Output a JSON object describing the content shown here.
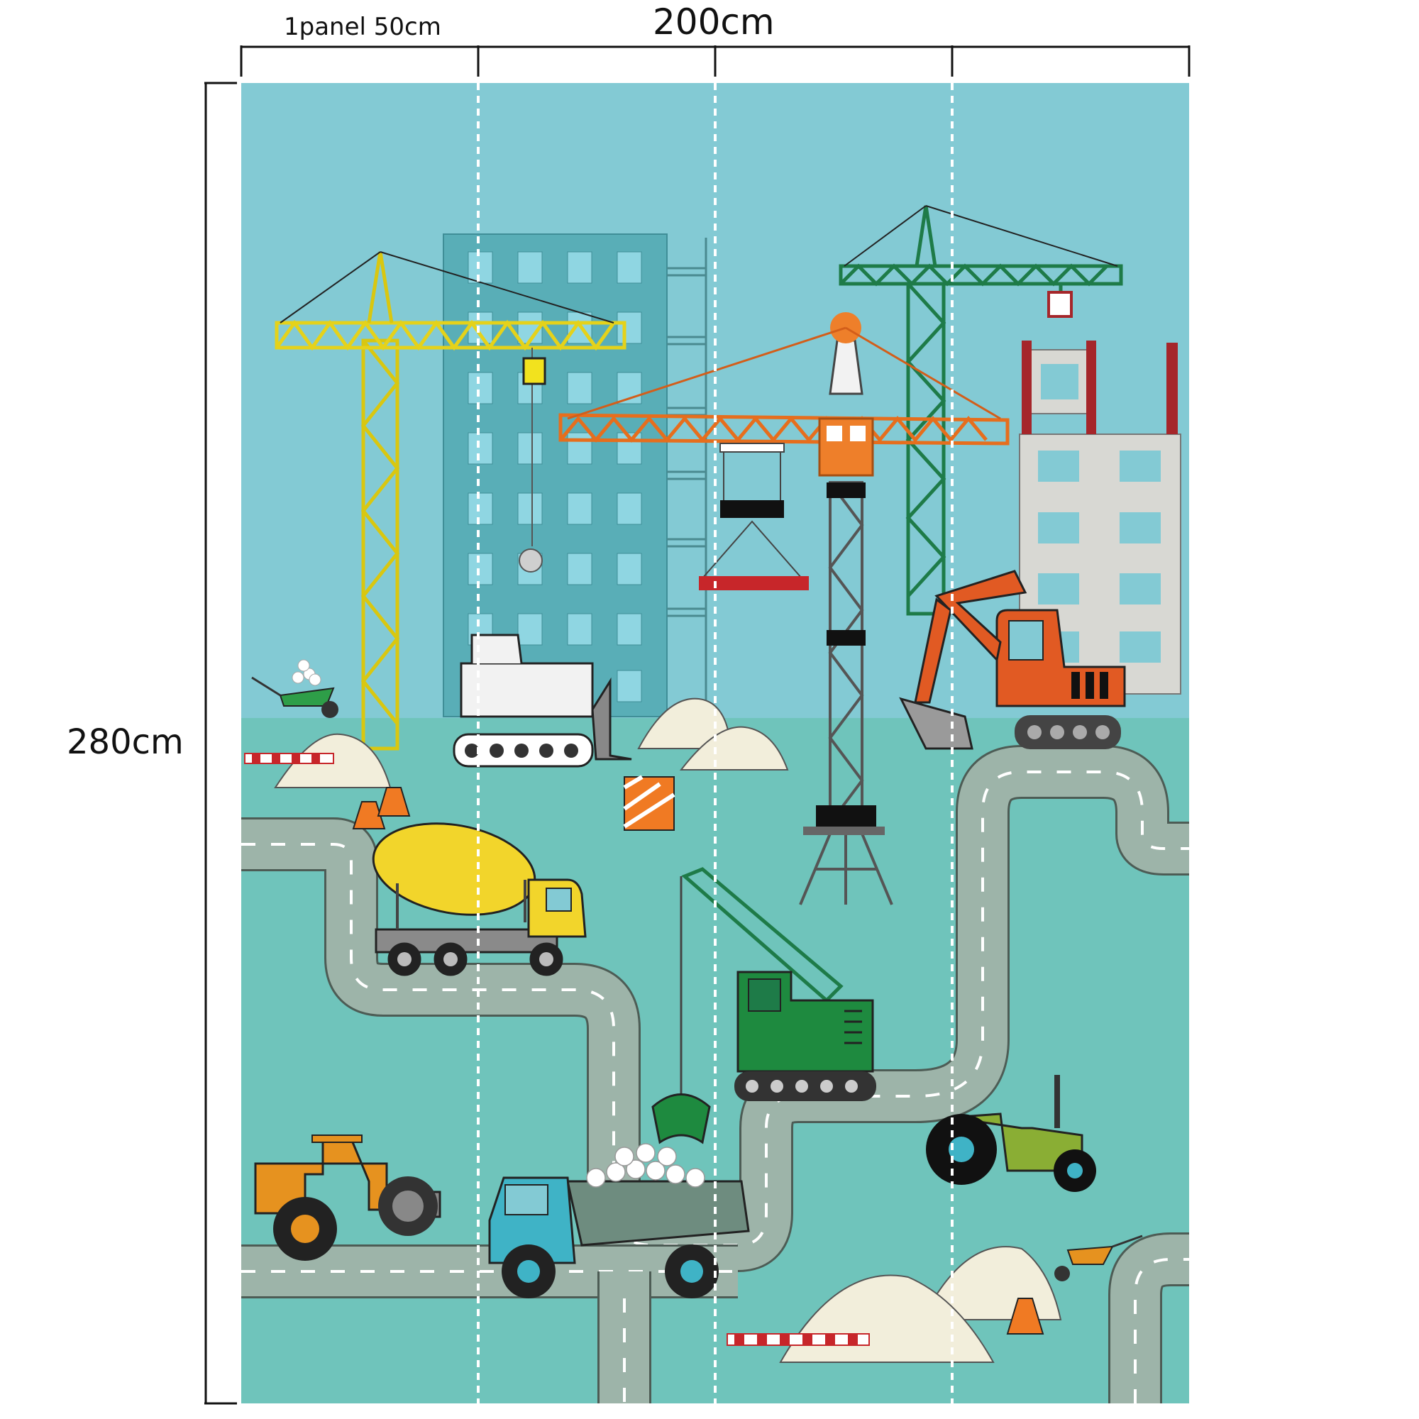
{
  "dimensions": {
    "panel_label": "1panel 50cm",
    "width_label": "200cm",
    "height_label": "280cm",
    "panel_count": 4
  },
  "colors": {
    "sky": "#83CAD4",
    "ground": "#6FC4BB",
    "road": "#9DB4A9",
    "building_blue": "#59AEB7",
    "building_grey": "#D8D8D3",
    "crane_yellow": "#F2E21E",
    "crane_orange": "#EE7F2A",
    "crane_green": "#1E7B48",
    "crane_white": "#F2F2F2",
    "excavator_orange": "#E15A23",
    "mixer_yellow": "#F2D52B",
    "dump_blue": "#3FB3C6",
    "tractor_green": "#8AAE34",
    "roller_orange": "#E6921F",
    "cone_orange": "#F07A23",
    "sand": "#F2EEDB"
  },
  "scene": {
    "items": [
      "yellow-tower-crane",
      "orange-tower-crane",
      "green-tower-crane",
      "blue-building",
      "grey-building",
      "bulldozer",
      "excavator",
      "cement-mixer-truck",
      "crawler-grab-crane",
      "road-roller",
      "dump-truck",
      "tractor",
      "wheelbarrows",
      "sand-piles",
      "traffic-cones",
      "barriers"
    ]
  }
}
